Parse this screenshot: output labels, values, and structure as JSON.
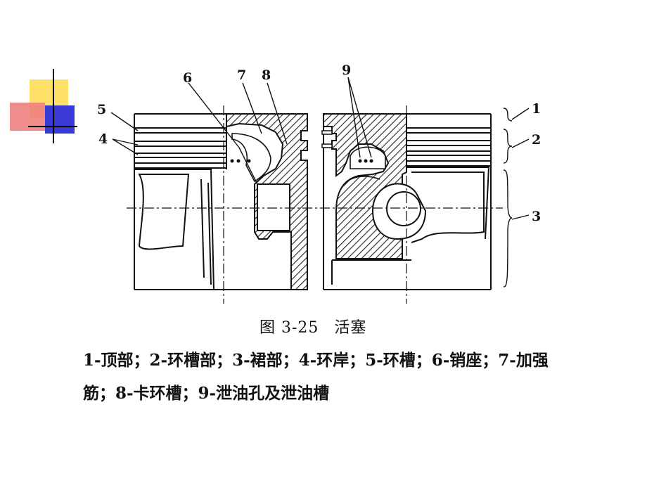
{
  "theme": {
    "deco_yellow": "#ffe066",
    "deco_red": "#f08080",
    "deco_blue": "#3a3ad8",
    "ink": "#111111",
    "hatch": "#222222"
  },
  "diagram": {
    "labels": {
      "n1": "1",
      "n2": "2",
      "n3": "3",
      "n4": "4",
      "n5": "5",
      "n6": "6",
      "n7": "7",
      "n8": "8",
      "n9": "9"
    }
  },
  "caption": {
    "figure_number": "图 3-25",
    "title": "活塞"
  },
  "legend": {
    "line1": "1-顶部；2-环槽部；3-裙部；4-环岸；5-环槽；6-销座；7-加强",
    "line2": "筋；8-卡环槽；9-泄油孔及泄油槽"
  }
}
